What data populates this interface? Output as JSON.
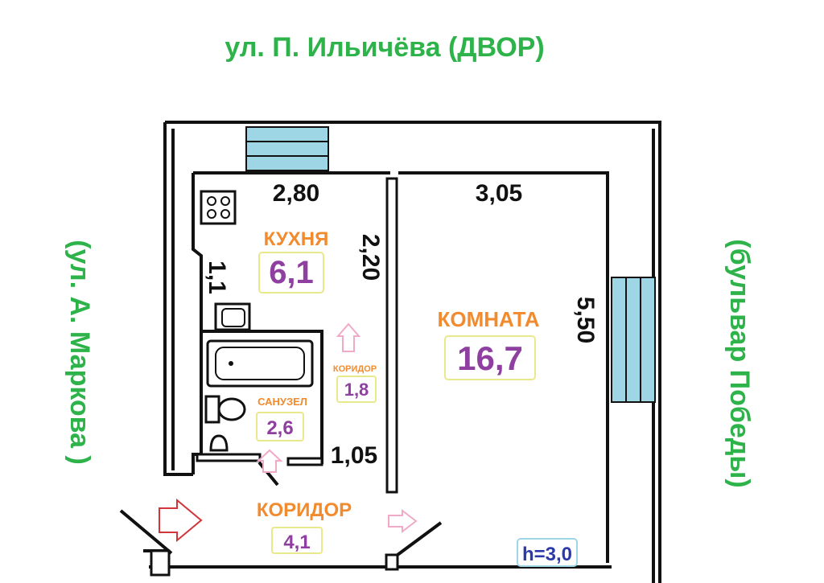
{
  "streets": {
    "top": "ул. П. Ильичёва (ДВОР)",
    "left": "(ул. А. Маркова )",
    "right": "(бульвар Победы)"
  },
  "dimensions": {
    "kitchen_width": "2,80",
    "kitchen_depth": "2,20",
    "room_width": "3,05",
    "room_depth": "5,50",
    "kitchen_step": "1,1",
    "corridor_width": "1,05"
  },
  "rooms": {
    "kitchen": {
      "label": "КУХНЯ",
      "area": "6,1"
    },
    "room": {
      "label": "КОМНАТА",
      "area": "16,7"
    },
    "small_corridor": {
      "label": "КОРИДОР",
      "area": "1,8"
    },
    "bathroom": {
      "label": "САНУЗЕЛ",
      "area": "2,6"
    },
    "corridor": {
      "label": "КОРИДОР",
      "area": "4,1"
    }
  },
  "ceiling_height": "h=3,0",
  "colors": {
    "street": "#2db34a",
    "room_label": "#f28a2e",
    "area": "#8e3fa0",
    "height": "#2b3aa8",
    "window": "#9fd6e6"
  }
}
